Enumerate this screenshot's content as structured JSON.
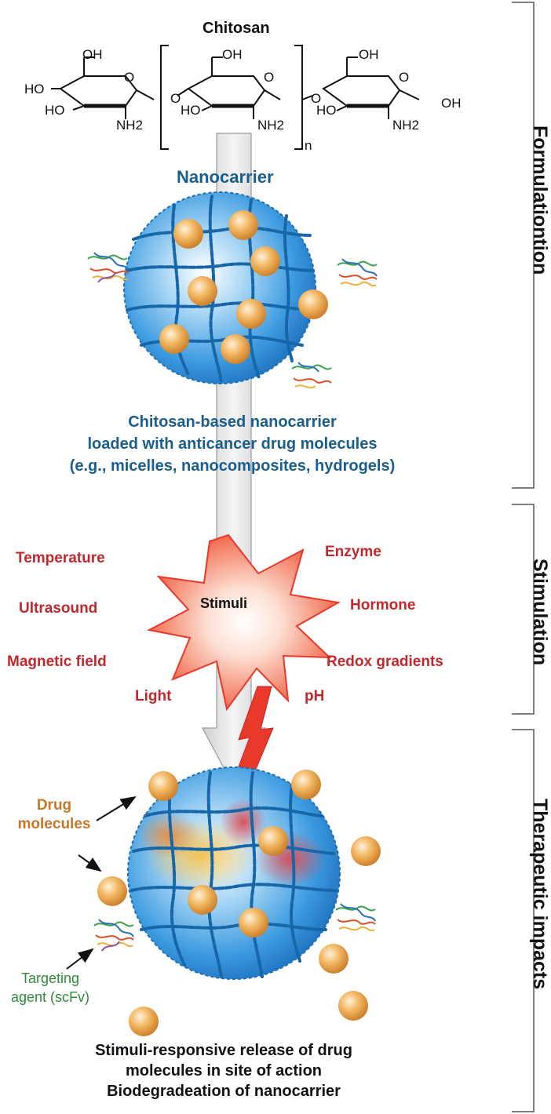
{
  "structure": {
    "title": "Chitosan",
    "atoms": {
      "oh": "OH",
      "ho": "HO",
      "o": "O",
      "nh2": "NH2",
      "repeat": "n"
    }
  },
  "nanocarrier_title": "Nanocarrier",
  "description": [
    "Chitosan-based nanocarrier",
    "loaded with anticancer drug molecules",
    "(e.g., micelles, nanocomposites, hydrogels)"
  ],
  "stimuli": {
    "center": "Stimuli",
    "left": [
      "Temperature",
      "Ultrasound",
      "Magnetic field",
      "Light"
    ],
    "right": [
      "Enzyme",
      "Hormone",
      "Redox gradients",
      "pH"
    ]
  },
  "labels": {
    "drug_molecules": [
      "Drug",
      "molecules"
    ],
    "targeting_agent": [
      "Targeting",
      "agent (scFv)"
    ]
  },
  "outcome": [
    "Stimuli-responsive release of drug",
    "molecules in site of action",
    "Biodegradeation of nanocarrier"
  ],
  "stages": [
    {
      "label": "Formulationtion"
    },
    {
      "label": "Stimulation"
    },
    {
      "label": "Therapeutic impacts"
    }
  ],
  "colors": {
    "carrier_blue": "#2b8fd6",
    "drug_orange": "#e8a24a",
    "stimulus_red": "#e8392b",
    "title_blue": "#1a5e8e",
    "stimulus_text_red": "#c0282d"
  }
}
